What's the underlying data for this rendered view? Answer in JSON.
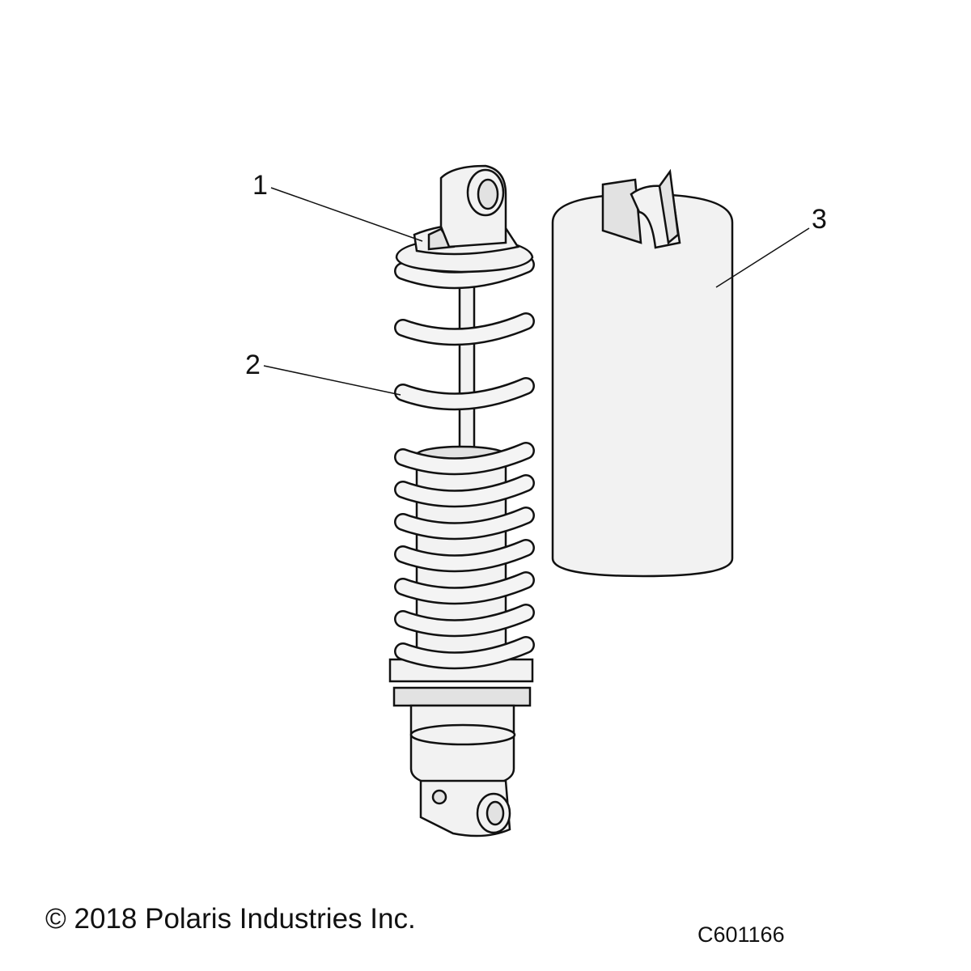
{
  "diagram": {
    "callouts": [
      {
        "label": "1",
        "part": "spring-retainer"
      },
      {
        "label": "2",
        "part": "spring"
      },
      {
        "label": "3",
        "part": "shock-cover"
      }
    ]
  },
  "footer": {
    "copyright": "© 2018 Polaris Industries Inc.",
    "figure_id": "C601166"
  }
}
